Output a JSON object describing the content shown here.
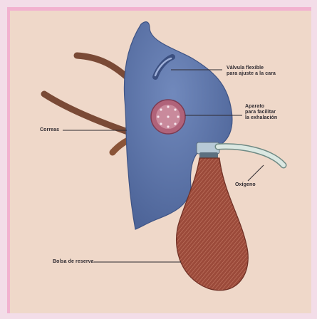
{
  "labels": {
    "valve_line1": "Válvula flexible",
    "valve_line2": "para ajuste a la cara",
    "device_line1": "Aparato",
    "device_line2": "para facilitar",
    "device_line3": "la exhalación",
    "straps": "Correas",
    "oxygen": "Oxígeno",
    "bag": "Bolsa de reserva"
  },
  "colors": {
    "background": "#efd8c9",
    "mask": "#5b74a8",
    "bag": "#9b4a3a",
    "strap": "#7a4a36",
    "tube": "#d8e6df"
  }
}
